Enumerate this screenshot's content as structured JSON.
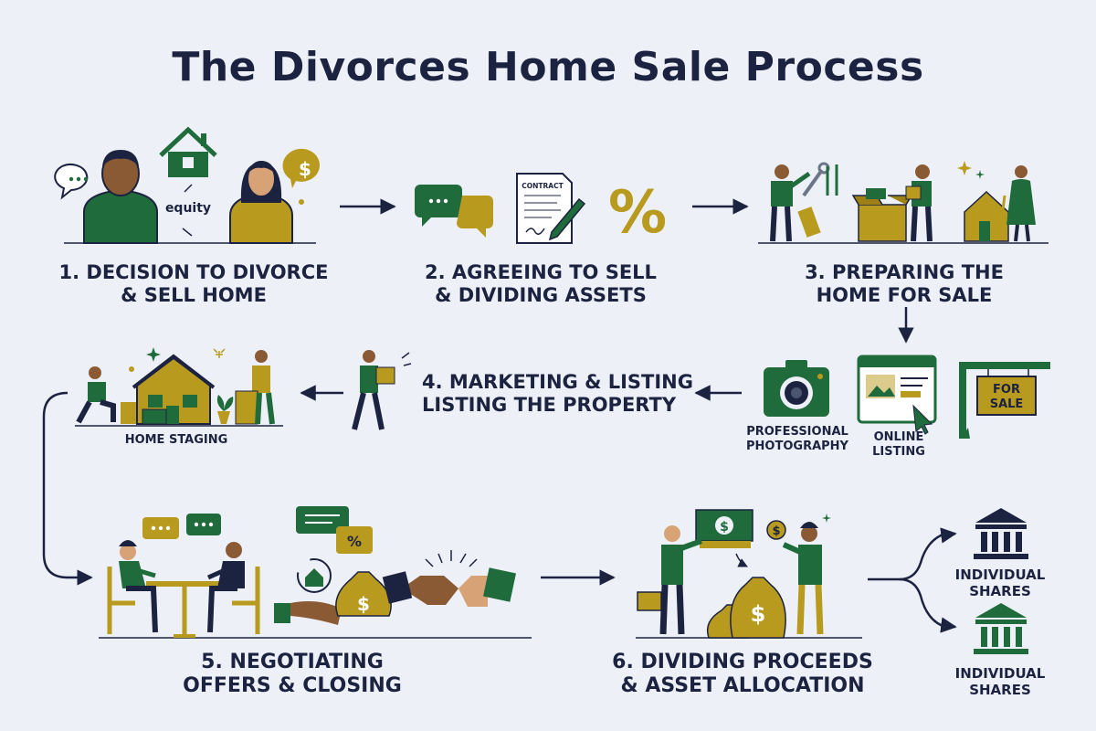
{
  "title": "The Divorces Home Sale Process",
  "icons": {
    "accent_green": "#1f6b3b",
    "accent_gold": "#b89a1e",
    "ink": "#1c2340"
  },
  "steps": [
    {
      "line1": "1. DECISION TO DIVORCE",
      "line2": "& SELL HOME"
    },
    {
      "line1": "2. AGREEING TO SELL",
      "line2": "& DIVIDING ASSETS"
    },
    {
      "line1": "3. PREPARING THE",
      "line2": "HOME FOR SALE"
    },
    {
      "line1": "4. MARKETING & LISTING",
      "line2": "LISTING THE PROPERTY"
    },
    {
      "line1": "5. NEGOTIATING",
      "line2": "OFFERS & CLOSING"
    },
    {
      "line1": "6. DIVIDING PROCEEDS",
      "line2": "& ASSET ALLOCATION"
    }
  ],
  "labels": {
    "equity": "equity",
    "contract": "CONTRACT",
    "percent": "%",
    "dollar": "$",
    "for_sale_1": "FOR",
    "for_sale_2": "SALE",
    "home_staging": "HOME STAGING",
    "photo_1": "PROFESSIONAL",
    "photo_2": "PHOTOGRAPHY",
    "online_1": "ONLINE",
    "online_2": "LISTING",
    "share_a_1": "INDIVIDUAL",
    "share_a_2": "SHARES",
    "share_b_1": "INDIVIDUAL",
    "share_b_2": "SHARES"
  }
}
